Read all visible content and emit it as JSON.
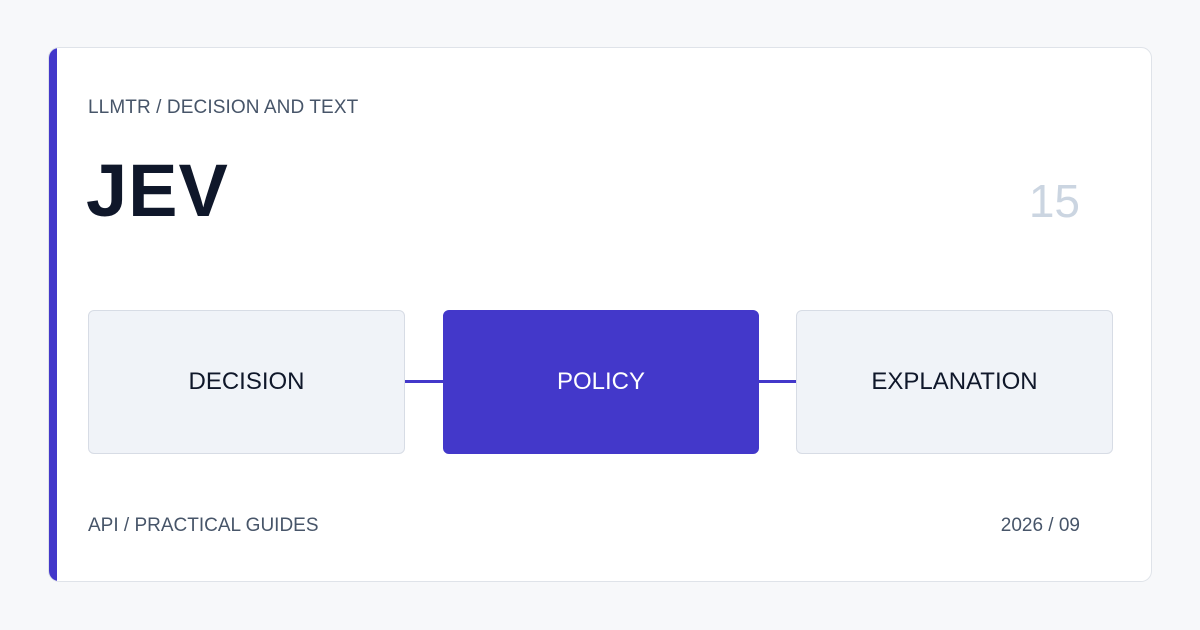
{
  "header": {
    "eyebrow": "LLMTR / DECISION AND TEXT",
    "title": "JEV",
    "number": "15"
  },
  "flow": {
    "nodes": [
      {
        "label": "DECISION",
        "highlighted": false
      },
      {
        "label": "POLICY",
        "highlighted": true
      },
      {
        "label": "EXPLANATION",
        "highlighted": false
      }
    ]
  },
  "footer": {
    "left": "API / PRACTICAL GUIDES",
    "right": "2026 / 09"
  },
  "colors": {
    "accent": "#4338ca",
    "background": "#f7f8fa",
    "card": "#ffffff",
    "node_plain": "#f0f3f8",
    "text_primary": "#0f172a",
    "text_secondary": "#475569",
    "number": "#cbd5e1"
  }
}
